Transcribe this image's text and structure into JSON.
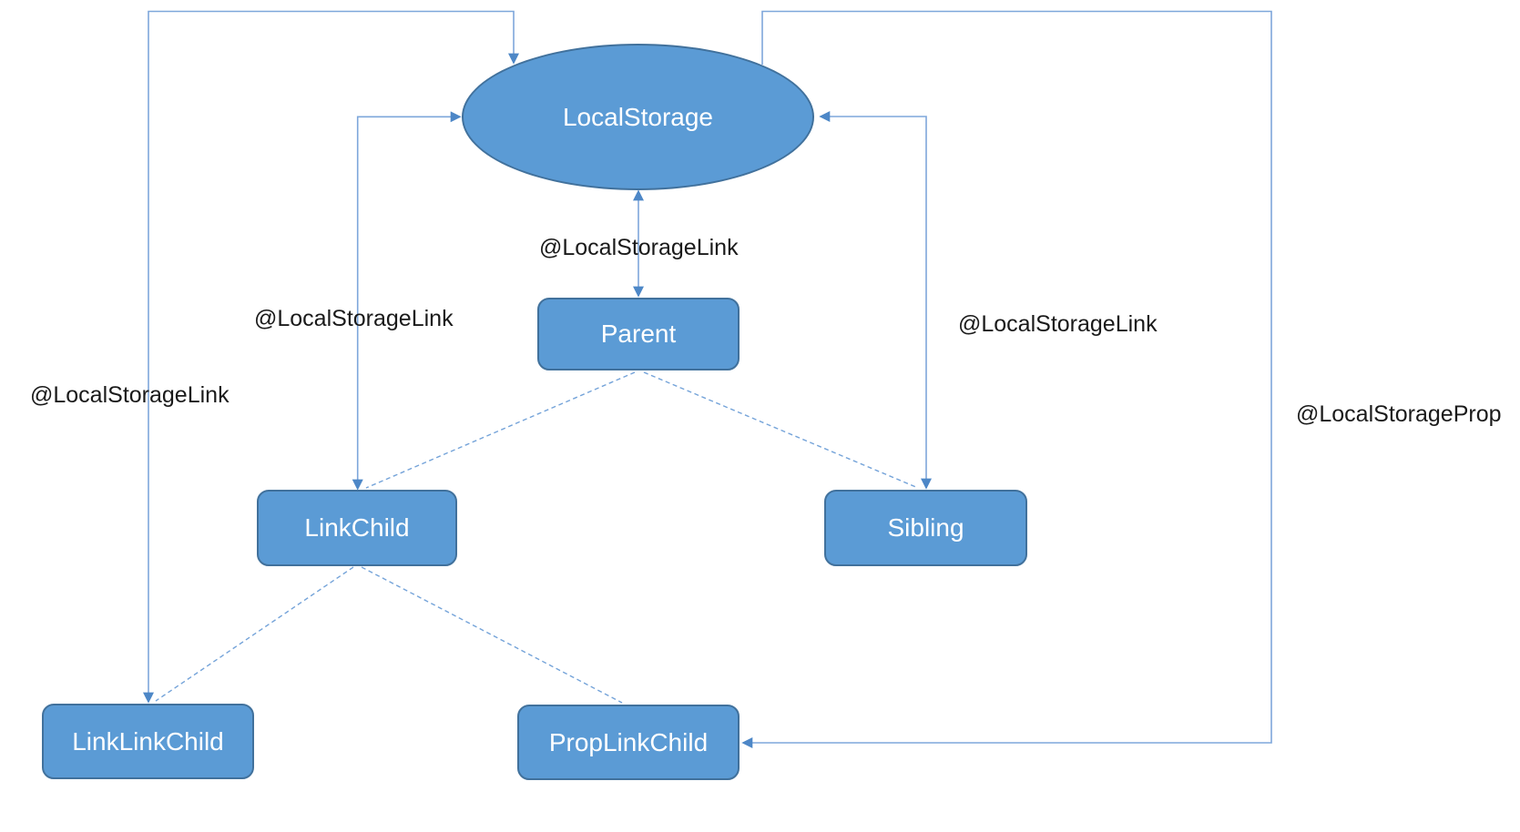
{
  "nodes": {
    "localstorage": {
      "label": "LocalStorage",
      "shape": "ellipse"
    },
    "parent": {
      "label": "Parent",
      "shape": "rounded-rect"
    },
    "linkchild": {
      "label": "LinkChild",
      "shape": "rounded-rect"
    },
    "sibling": {
      "label": "Sibling",
      "shape": "rounded-rect"
    },
    "linklinkchild": {
      "label": "LinkLinkChild",
      "shape": "rounded-rect"
    },
    "proplinkchild": {
      "label": "PropLinkChild",
      "shape": "rounded-rect"
    }
  },
  "edges": {
    "linklinkchild_localstorage": {
      "label": "@LocalStorageLink",
      "style": "solid",
      "arrows": "both-ends"
    },
    "linkchild_localstorage": {
      "label": "@LocalStorageLink",
      "style": "solid",
      "arrows": "both-ends"
    },
    "parent_localstorage": {
      "label": "@LocalStorageLink",
      "style": "solid",
      "arrows": "both-ends"
    },
    "sibling_localstorage": {
      "label": "@LocalStorageLink",
      "style": "solid",
      "arrows": "both-ends"
    },
    "localstorage_proplinkchild": {
      "label": "@LocalStorageProp",
      "style": "solid",
      "arrows": "end-only"
    },
    "parent_linkchild": {
      "style": "dashed",
      "arrows": "none"
    },
    "parent_sibling": {
      "style": "dashed",
      "arrows": "none"
    },
    "linkchild_linklinkchild": {
      "style": "dashed",
      "arrows": "none"
    },
    "linkchild_proplinkchild": {
      "style": "dashed",
      "arrows": "none"
    }
  },
  "colors": {
    "node_fill": "#5b9bd5",
    "node_border": "#41719c",
    "node_text": "#ffffff",
    "connector": "#7ea7db",
    "arrowhead": "#4d87c7",
    "label_text": "#1a1a1a",
    "background": "#ffffff"
  }
}
